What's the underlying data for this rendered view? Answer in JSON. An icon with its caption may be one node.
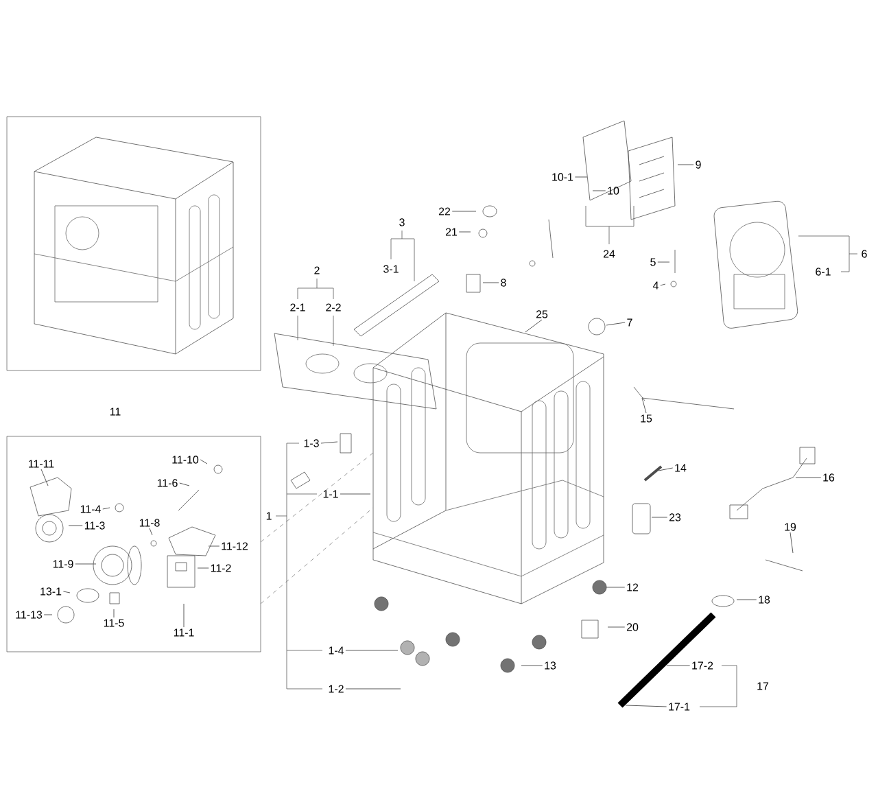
{
  "diagram": {
    "nodes": [
      {
        "text": [
          "10-1"
        ]
      },
      {
        "text": [
          "9"
        ]
      },
      {
        "text": [
          "10"
        ]
      },
      {
        "text": [
          "22"
        ]
      },
      {
        "text": [
          "21"
        ]
      },
      {
        "text": [
          "5"
        ]
      },
      {
        "text": [
          "8"
        ]
      },
      {
        "text": [
          "4"
        ]
      },
      {
        "text": [
          "25"
        ]
      },
      {
        "text": [
          "7"
        ]
      },
      {
        "text": [
          "15"
        ]
      },
      {
        "text": [
          "11-11"
        ]
      },
      {
        "text": [
          "11-10"
        ]
      },
      {
        "text": [
          "1-3"
        ]
      },
      {
        "text": [
          "14"
        ]
      },
      {
        "text": [
          "16"
        ]
      },
      {
        "text": [
          "11-6"
        ]
      },
      {
        "text": [
          "1-1"
        ]
      },
      {
        "text": [
          "11-4"
        ]
      },
      {
        "text": [
          "11-8"
        ]
      },
      {
        "text": [
          "11-3"
        ]
      },
      {
        "text": [
          "23"
        ]
      },
      {
        "text": [
          "19"
        ]
      },
      {
        "text": [
          "11-12"
        ]
      },
      {
        "text": [
          "11-9"
        ]
      },
      {
        "text": [
          "11-2"
        ]
      },
      {
        "text": [
          "12"
        ]
      },
      {
        "text": [
          "13-1"
        ]
      },
      {
        "text": [
          "18"
        ]
      },
      {
        "text": [
          "11-13"
        ]
      },
      {
        "text": [
          "11-5"
        ]
      },
      {
        "text": [
          "20"
        ]
      },
      {
        "text": [
          "11-1"
        ]
      },
      {
        "text": [
          "1-4"
        ]
      },
      {
        "text": [
          "13"
        ]
      },
      {
        "text": [
          "17-2"
        ]
      },
      {
        "text": [
          "1-2"
        ]
      },
      {
        "text": [
          "17-1"
        ]
      }
    ],
    "edges": [
      {
        "from": 0,
        "to": null,
        "arrow": "none"
      },
      {
        "from": 1,
        "to": null,
        "arrow": "none"
      },
      {
        "from": 2,
        "to": null,
        "arrow": "none"
      },
      {
        "from": 3,
        "to": null,
        "arrow": "none"
      },
      {
        "from": 4,
        "to": null,
        "arrow": "none"
      },
      {
        "from": 5,
        "to": null,
        "arrow": "none"
      },
      {
        "from": 6,
        "to": null,
        "arrow": "none"
      },
      {
        "from": 7,
        "to": null,
        "arrow": "none"
      },
      {
        "from": 8,
        "to": null,
        "arrow": "none"
      },
      {
        "from": 9,
        "to": null,
        "arrow": "none"
      },
      {
        "from": 10,
        "to": null,
        "arrow": "none"
      },
      {
        "from": 11,
        "to": null,
        "arrow": "none"
      },
      {
        "from": 12,
        "to": null,
        "arrow": "none"
      },
      {
        "from": 13,
        "to": null,
        "arrow": "none"
      },
      {
        "from": 14,
        "to": null,
        "arrow": "none"
      },
      {
        "from": 15,
        "to": null,
        "arrow": "none"
      },
      {
        "from": 16,
        "to": null,
        "arrow": "none"
      },
      {
        "from": 17,
        "to": null,
        "arrow": "none"
      },
      {
        "from": 18,
        "to": null,
        "arrow": "none"
      },
      {
        "from": 19,
        "to": null,
        "arrow": "none"
      },
      {
        "from": 20,
        "to": null,
        "arrow": "none"
      },
      {
        "from": 21,
        "to": null,
        "arrow": "none"
      },
      {
        "from": 22,
        "to": null,
        "arrow": "none"
      },
      {
        "from": 23,
        "to": null,
        "arrow": "none"
      },
      {
        "from": 24,
        "to": null,
        "arrow": "none"
      },
      {
        "from": 25,
        "to": null,
        "arrow": "none"
      },
      {
        "from": 26,
        "to": null,
        "arrow": "none"
      },
      {
        "from": 27,
        "to": null,
        "arrow": "none"
      },
      {
        "from": 28,
        "to": null,
        "arrow": "none"
      },
      {
        "from": 29,
        "to": null,
        "arrow": "none"
      },
      {
        "from": 30,
        "to": null,
        "arrow": "none"
      },
      {
        "from": 31,
        "to": null,
        "arrow": "none"
      },
      {
        "from": 32,
        "to": null,
        "arrow": "none"
      },
      {
        "from": 33,
        "to": null,
        "arrow": "none"
      },
      {
        "from": 34,
        "to": null,
        "arrow": "none"
      },
      {
        "from": 35,
        "to": null,
        "arrow": "none"
      },
      {
        "from": 36,
        "to": null,
        "arrow": "none"
      },
      {
        "from": 37,
        "to": null,
        "arrow": "none"
      }
    ],
    "labels": [
      "3",
      "24",
      "6",
      "2",
      "3-1",
      "6-1",
      "2-1",
      "2-2",
      "11",
      "1",
      "17"
    ]
  }
}
